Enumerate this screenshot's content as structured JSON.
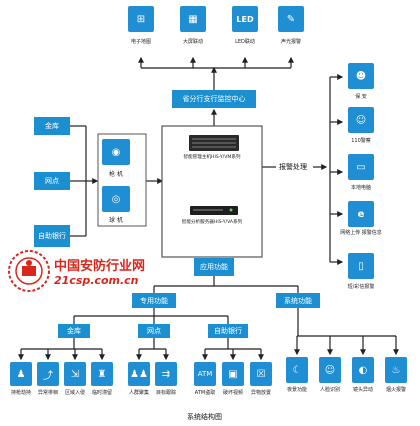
{
  "top_outputs": [
    {
      "label": "电子地图",
      "icon": "map-icon"
    },
    {
      "label": "大屏联动",
      "icon": "grid-screen-icon"
    },
    {
      "label": "LED联动",
      "icon": "led-icon"
    },
    {
      "label": "声光报警",
      "icon": "alarm-light-icon"
    }
  ],
  "monitor_center": "省分行支行监控中心",
  "sites": [
    "金库",
    "网点",
    "自助银行"
  ],
  "cameras": [
    {
      "label": "枪 机",
      "icon": "bullet-camera-icon"
    },
    {
      "label": "球 机",
      "icon": "dome-camera-icon"
    }
  ],
  "servers": [
    {
      "caption": "智能管理主机HIS-Y/VM系列"
    },
    {
      "caption": "智能分析服务器HIS-Y/VA系列"
    }
  ],
  "alarm_process": "报警处理",
  "right_outputs": [
    {
      "label": "保 安",
      "icon": "guard-icon"
    },
    {
      "label": "110警察",
      "icon": "police-icon"
    },
    {
      "label": "本地电脑",
      "icon": "computer-icon"
    },
    {
      "label": "网络上传 报警信息",
      "icon": "internet-icon"
    },
    {
      "label": "短/彩信报警",
      "icon": "phone-icon"
    }
  ],
  "app_functions": "应用功能",
  "special_functions": "专用功能",
  "system_functions": "系统功能",
  "groups": [
    {
      "title": "金库",
      "items": [
        {
          "label": "持枪劫持",
          "icon": "armed-person-icon"
        },
        {
          "label": "异常徘徊",
          "icon": "loitering-icon"
        },
        {
          "label": "区域入侵",
          "icon": "intrusion-icon"
        },
        {
          "label": "临时滞留",
          "icon": "detention-icon"
        }
      ]
    },
    {
      "title": "网点",
      "items": [
        {
          "label": "人群聚集",
          "icon": "crowd-icon"
        },
        {
          "label": "目标跟踪",
          "icon": "tracking-icon"
        }
      ]
    },
    {
      "title": "自助银行",
      "items": [
        {
          "label": "ATM盗取",
          "icon": "atm-icon"
        },
        {
          "label": "破坏视频",
          "icon": "video-damage-icon"
        },
        {
          "label": "异物放置",
          "icon": "foreign-object-icon"
        }
      ]
    }
  ],
  "system_items": [
    {
      "label": "夜景功能",
      "icon": "night-icon"
    },
    {
      "label": "人脸识别",
      "icon": "face-icon"
    },
    {
      "label": "镜头异动",
      "icon": "lens-icon"
    },
    {
      "label": "烟火报警",
      "icon": "fire-icon"
    }
  ],
  "watermark": {
    "cn": "中国安防行业网",
    "url": "21csp.com.cn"
  },
  "caption": "系统结构图",
  "colors": {
    "box": "#1c8fd1",
    "line": "#222222",
    "accent_red": "#d9261c"
  }
}
